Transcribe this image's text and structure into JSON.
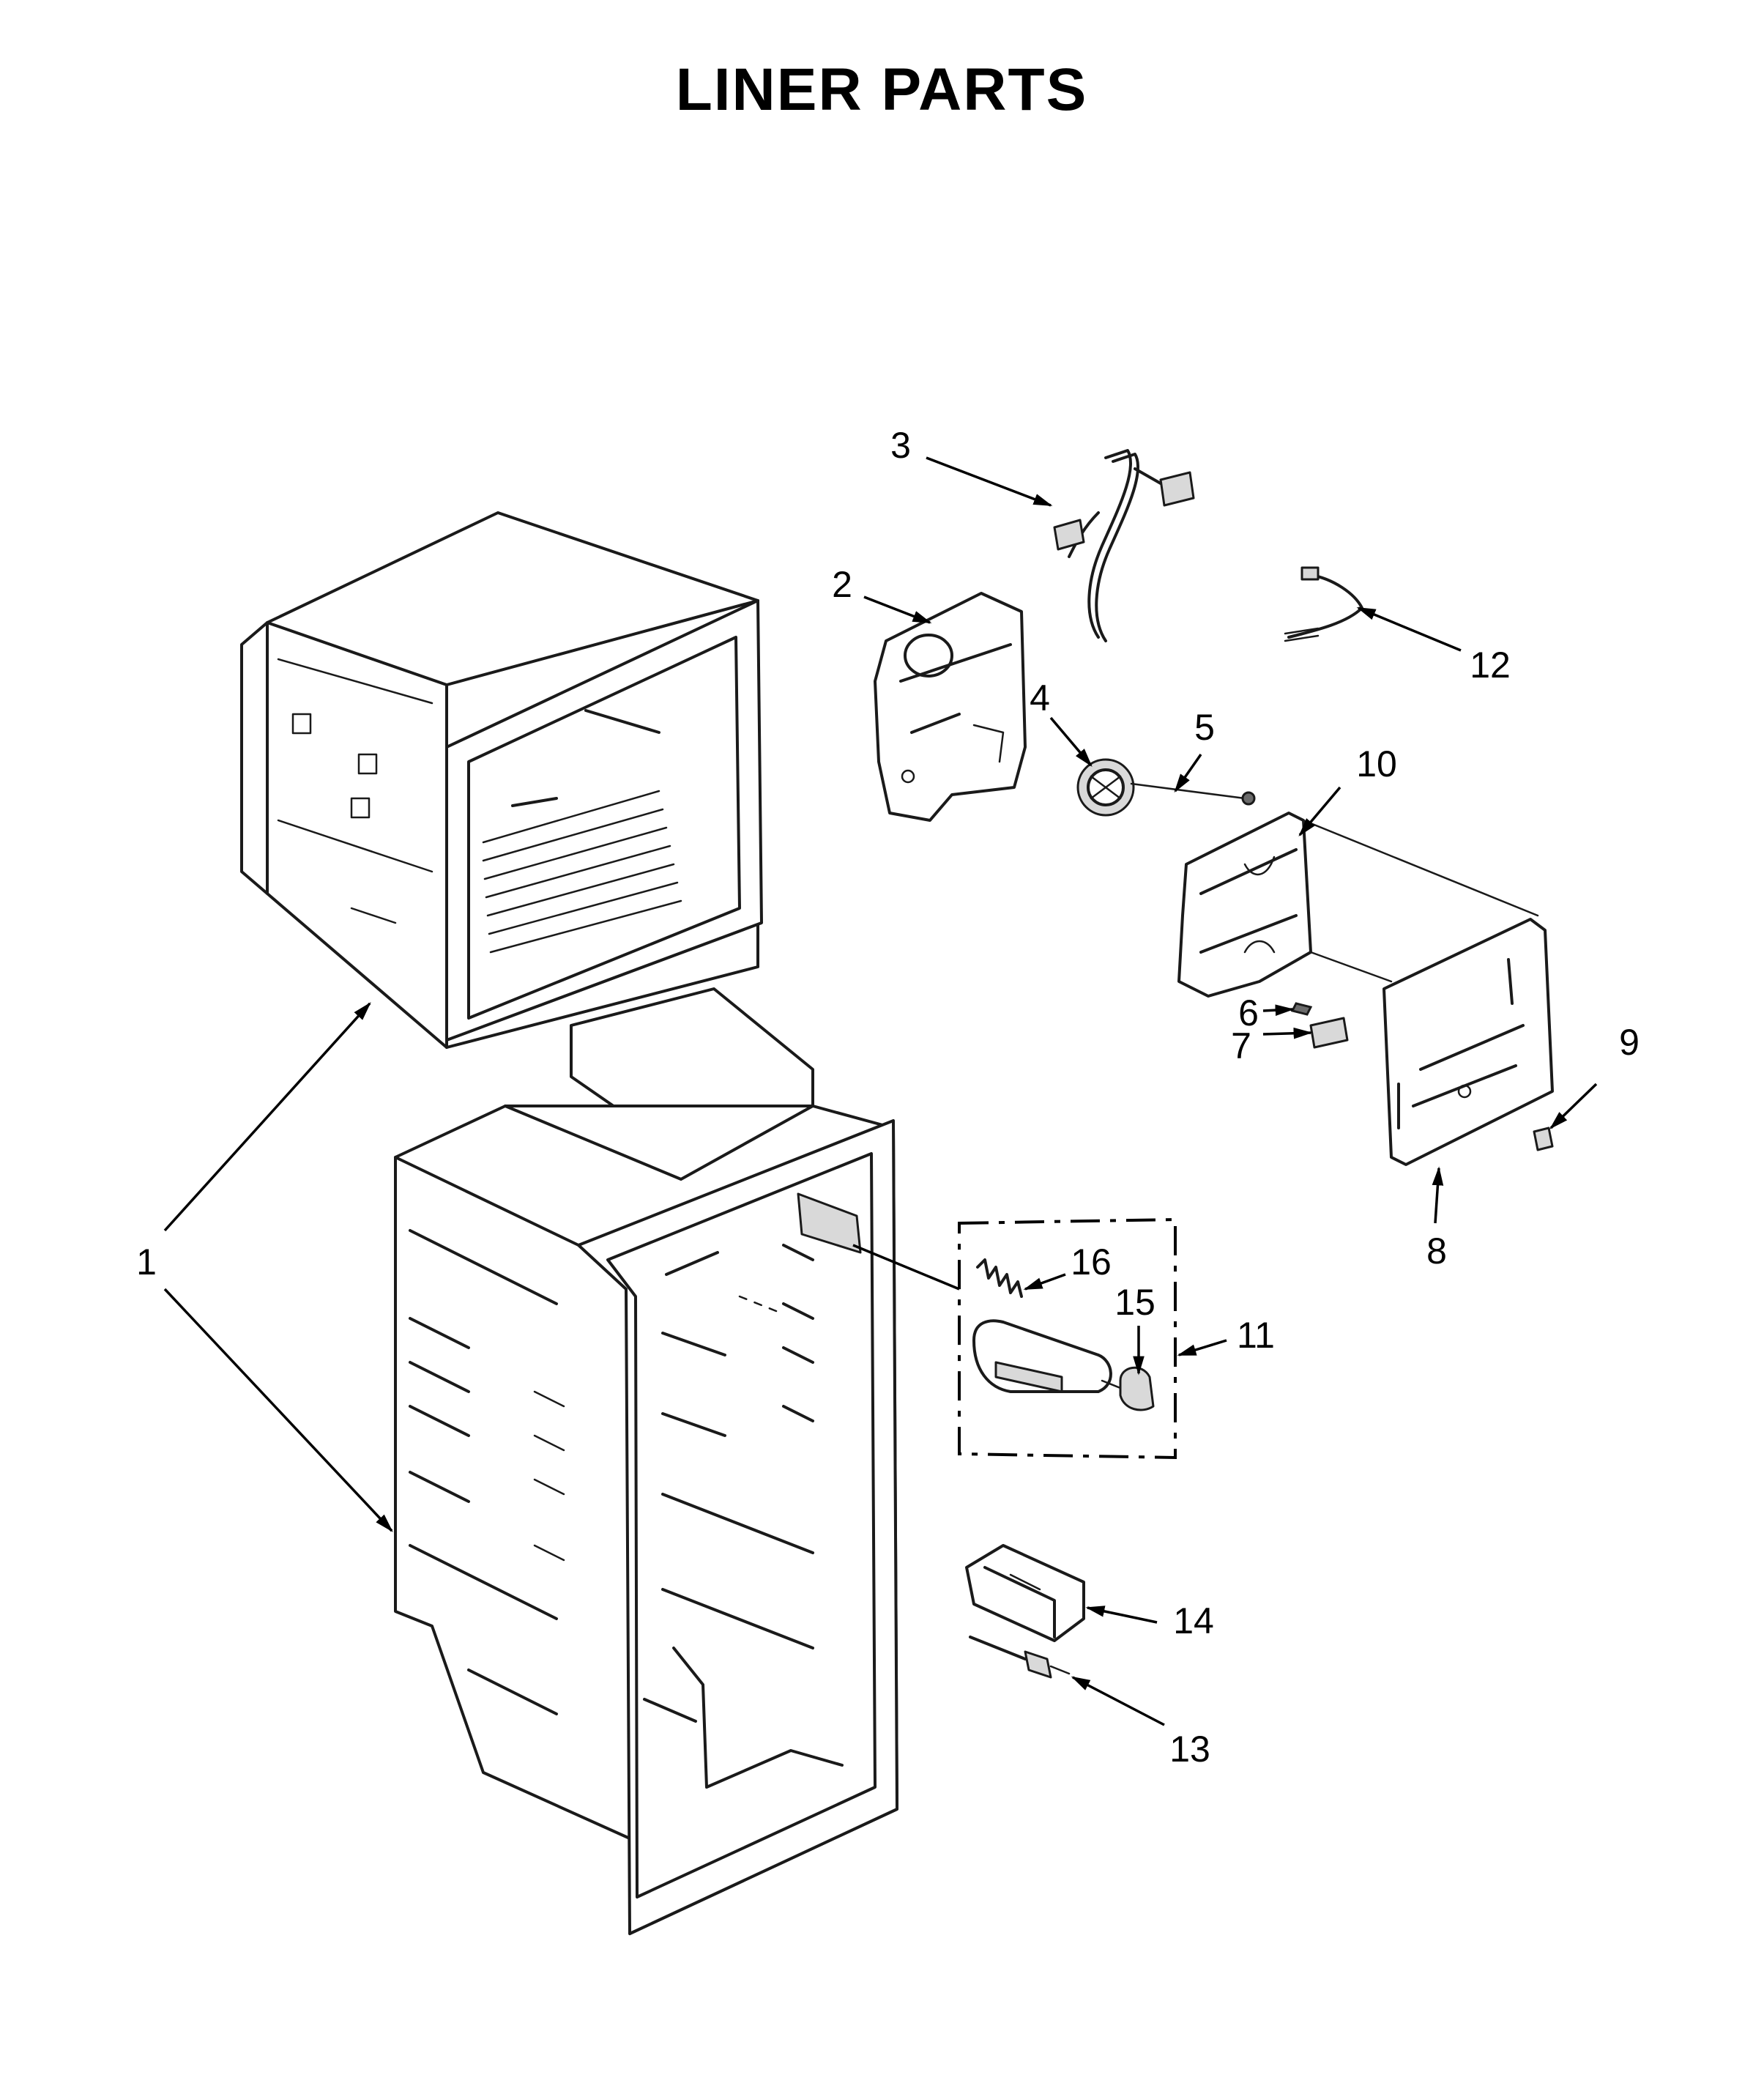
{
  "title": "LINER PARTS",
  "callouts": {
    "c1": "1",
    "c2": "2",
    "c3": "3",
    "c4": "4",
    "c5": "5",
    "c6": "6",
    "c7": "7",
    "c8": "8",
    "c9": "9",
    "c10": "10",
    "c11": "11",
    "c12": "12",
    "c13": "13",
    "c14": "14",
    "c15": "15",
    "c16": "16"
  }
}
